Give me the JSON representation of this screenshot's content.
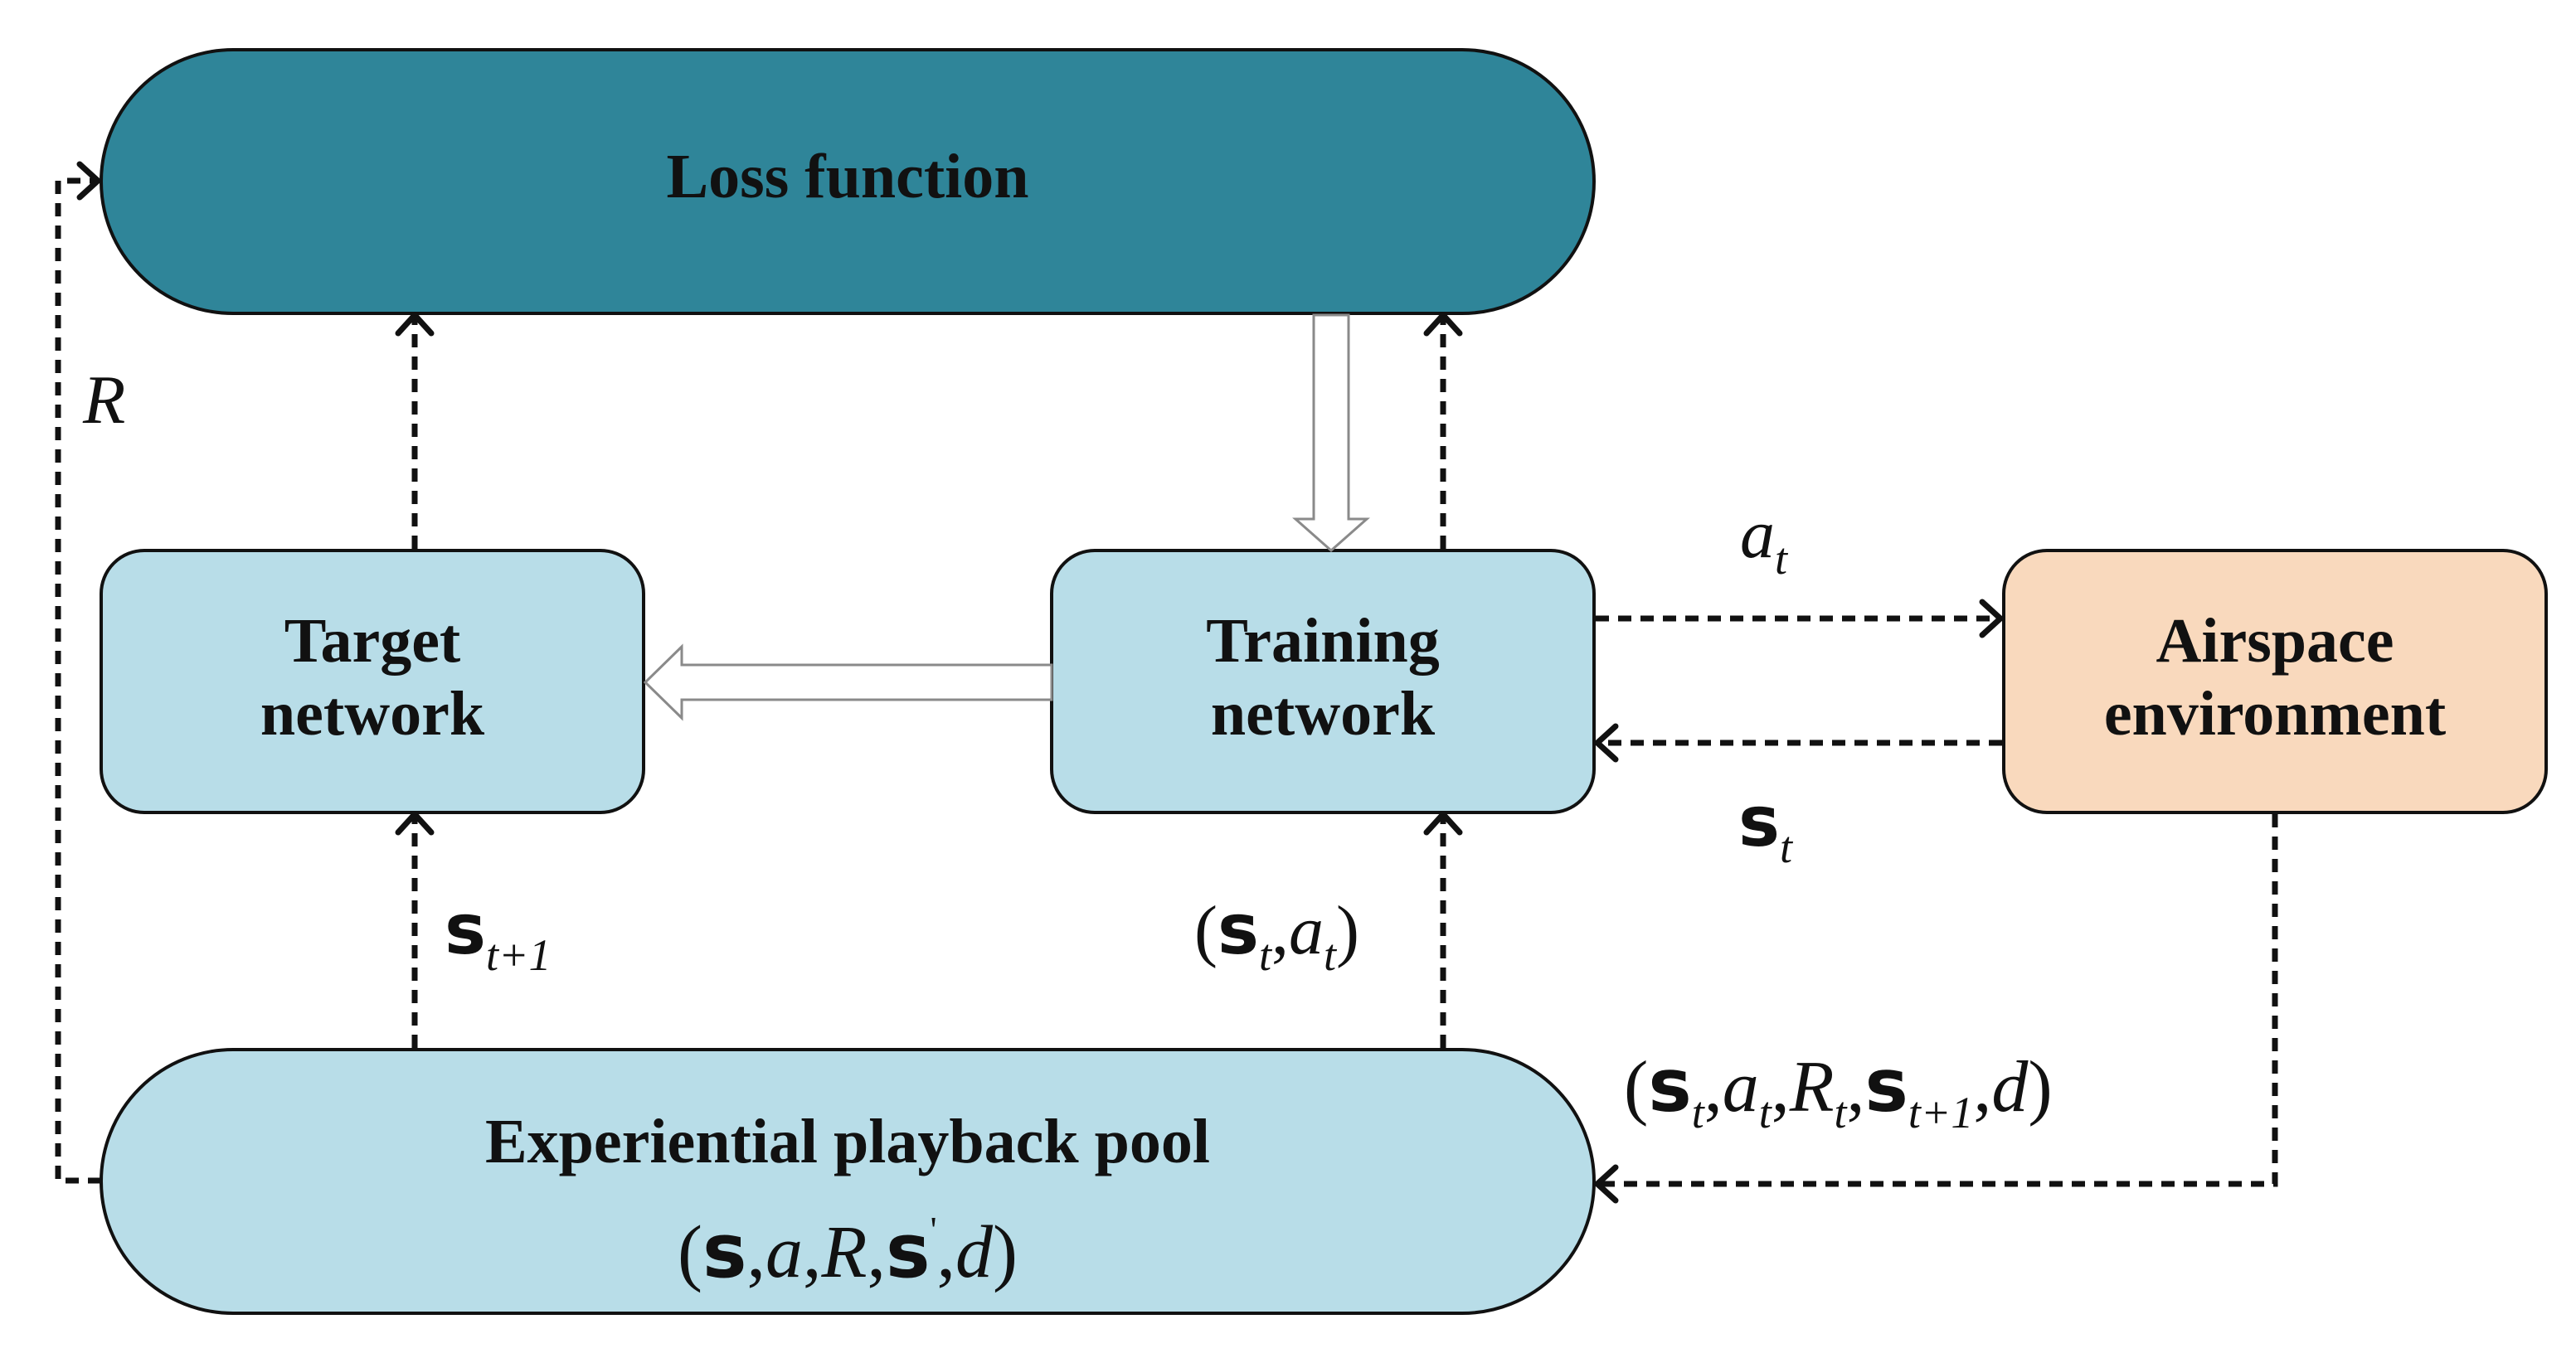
{
  "colors": {
    "loss_fill": "#2f8599",
    "network_fill": "#b8dde8",
    "environment_fill": "#f9d9bd",
    "pool_fill": "#b8dde8",
    "outline": "#111111"
  },
  "boxes": {
    "loss_function": "Loss function",
    "target_network": [
      "Target",
      "network"
    ],
    "training_network": [
      "Training",
      "network"
    ],
    "airspace_environment": [
      "Airspace",
      "environment"
    ],
    "replay_pool": "Experiential playback pool"
  },
  "labels": {
    "reward_symbol": "R",
    "action": {
      "base": "a",
      "sub": "t"
    },
    "state": {
      "base": "s",
      "sub": "t"
    },
    "next_state": {
      "base": "s",
      "sub": "t+1"
    },
    "pool_tuple": {
      "open": "(",
      "s": "s",
      "c1": ",",
      "a": "a",
      "c2": ",",
      "R": "R",
      "c3": ",",
      "s2": "s",
      "prime": "'",
      "c4": ",",
      "d": "d",
      "close": ")"
    },
    "state_action": {
      "open": "(",
      "s": "s",
      "s_sub": "t",
      "c1": ",",
      "a": "a",
      "a_sub": "t",
      "close": ")"
    },
    "transition": {
      "open": "(",
      "s": "s",
      "s_sub": "t",
      "c1": ",",
      "a": "a",
      "a_sub": "t",
      "c2": ",",
      "R": "R",
      "R_sub": "t",
      "c3": ",",
      "s2": "s",
      "s2_sub": "t+1",
      "c4": ",",
      "d": "d",
      "close": ")"
    }
  }
}
